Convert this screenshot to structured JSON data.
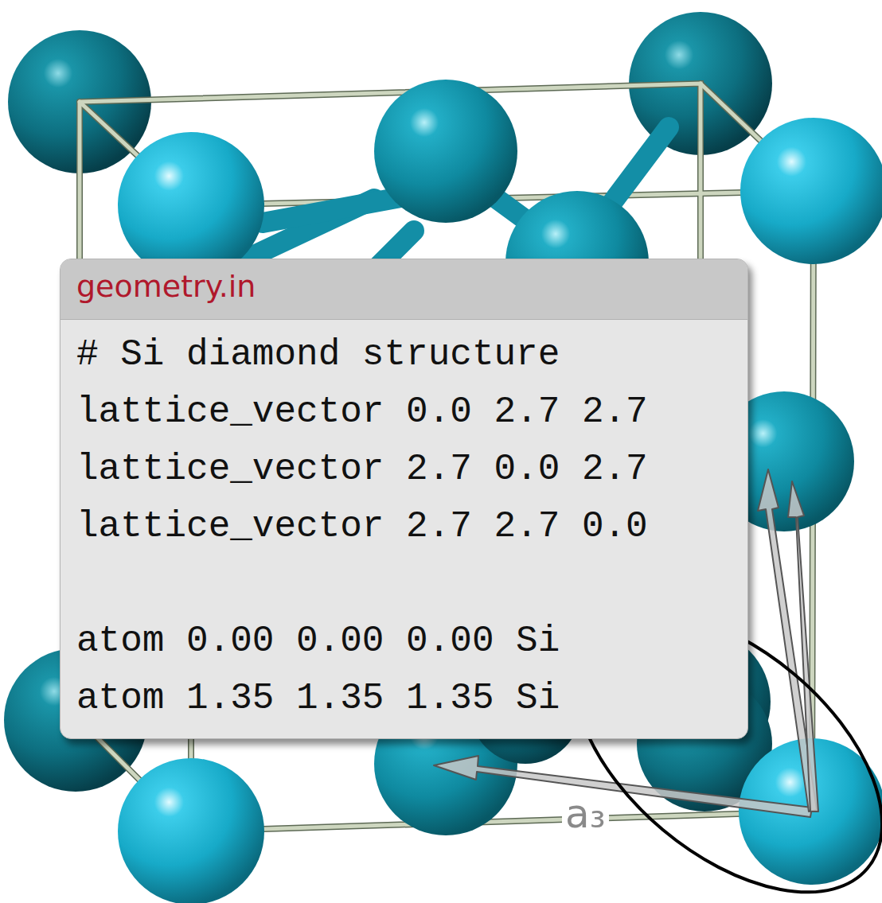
{
  "diagram": {
    "nodes": [
      {
        "text": [
          "geometry.in",
          "# Si diamond structure",
          "lattice_vector 0.0 2.7 2.7",
          "lattice_vector 2.7 0.0 2.7",
          "lattice_vector 2.7 2.7 0.0",
          "atom 0.00 0.00 0.00 Si",
          "atom 1.35 1.35 1.35 Si"
        ]
      }
    ],
    "labels": [
      "a₃"
    ]
  }
}
